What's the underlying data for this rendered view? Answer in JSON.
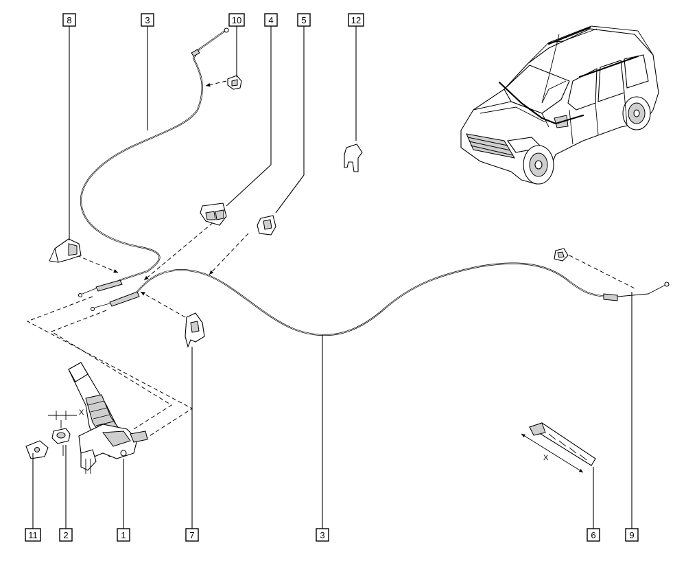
{
  "callouts": {
    "c8": "8",
    "c3_top": "3",
    "c10": "10",
    "c4": "4",
    "c5": "5",
    "c12": "12",
    "c11": "11",
    "c2": "2",
    "c1": "1",
    "c7": "7",
    "c3_bottom": "3",
    "c6": "6",
    "c9": "9"
  },
  "dimensions": {
    "x_nut": "X",
    "x_tie": "X"
  }
}
